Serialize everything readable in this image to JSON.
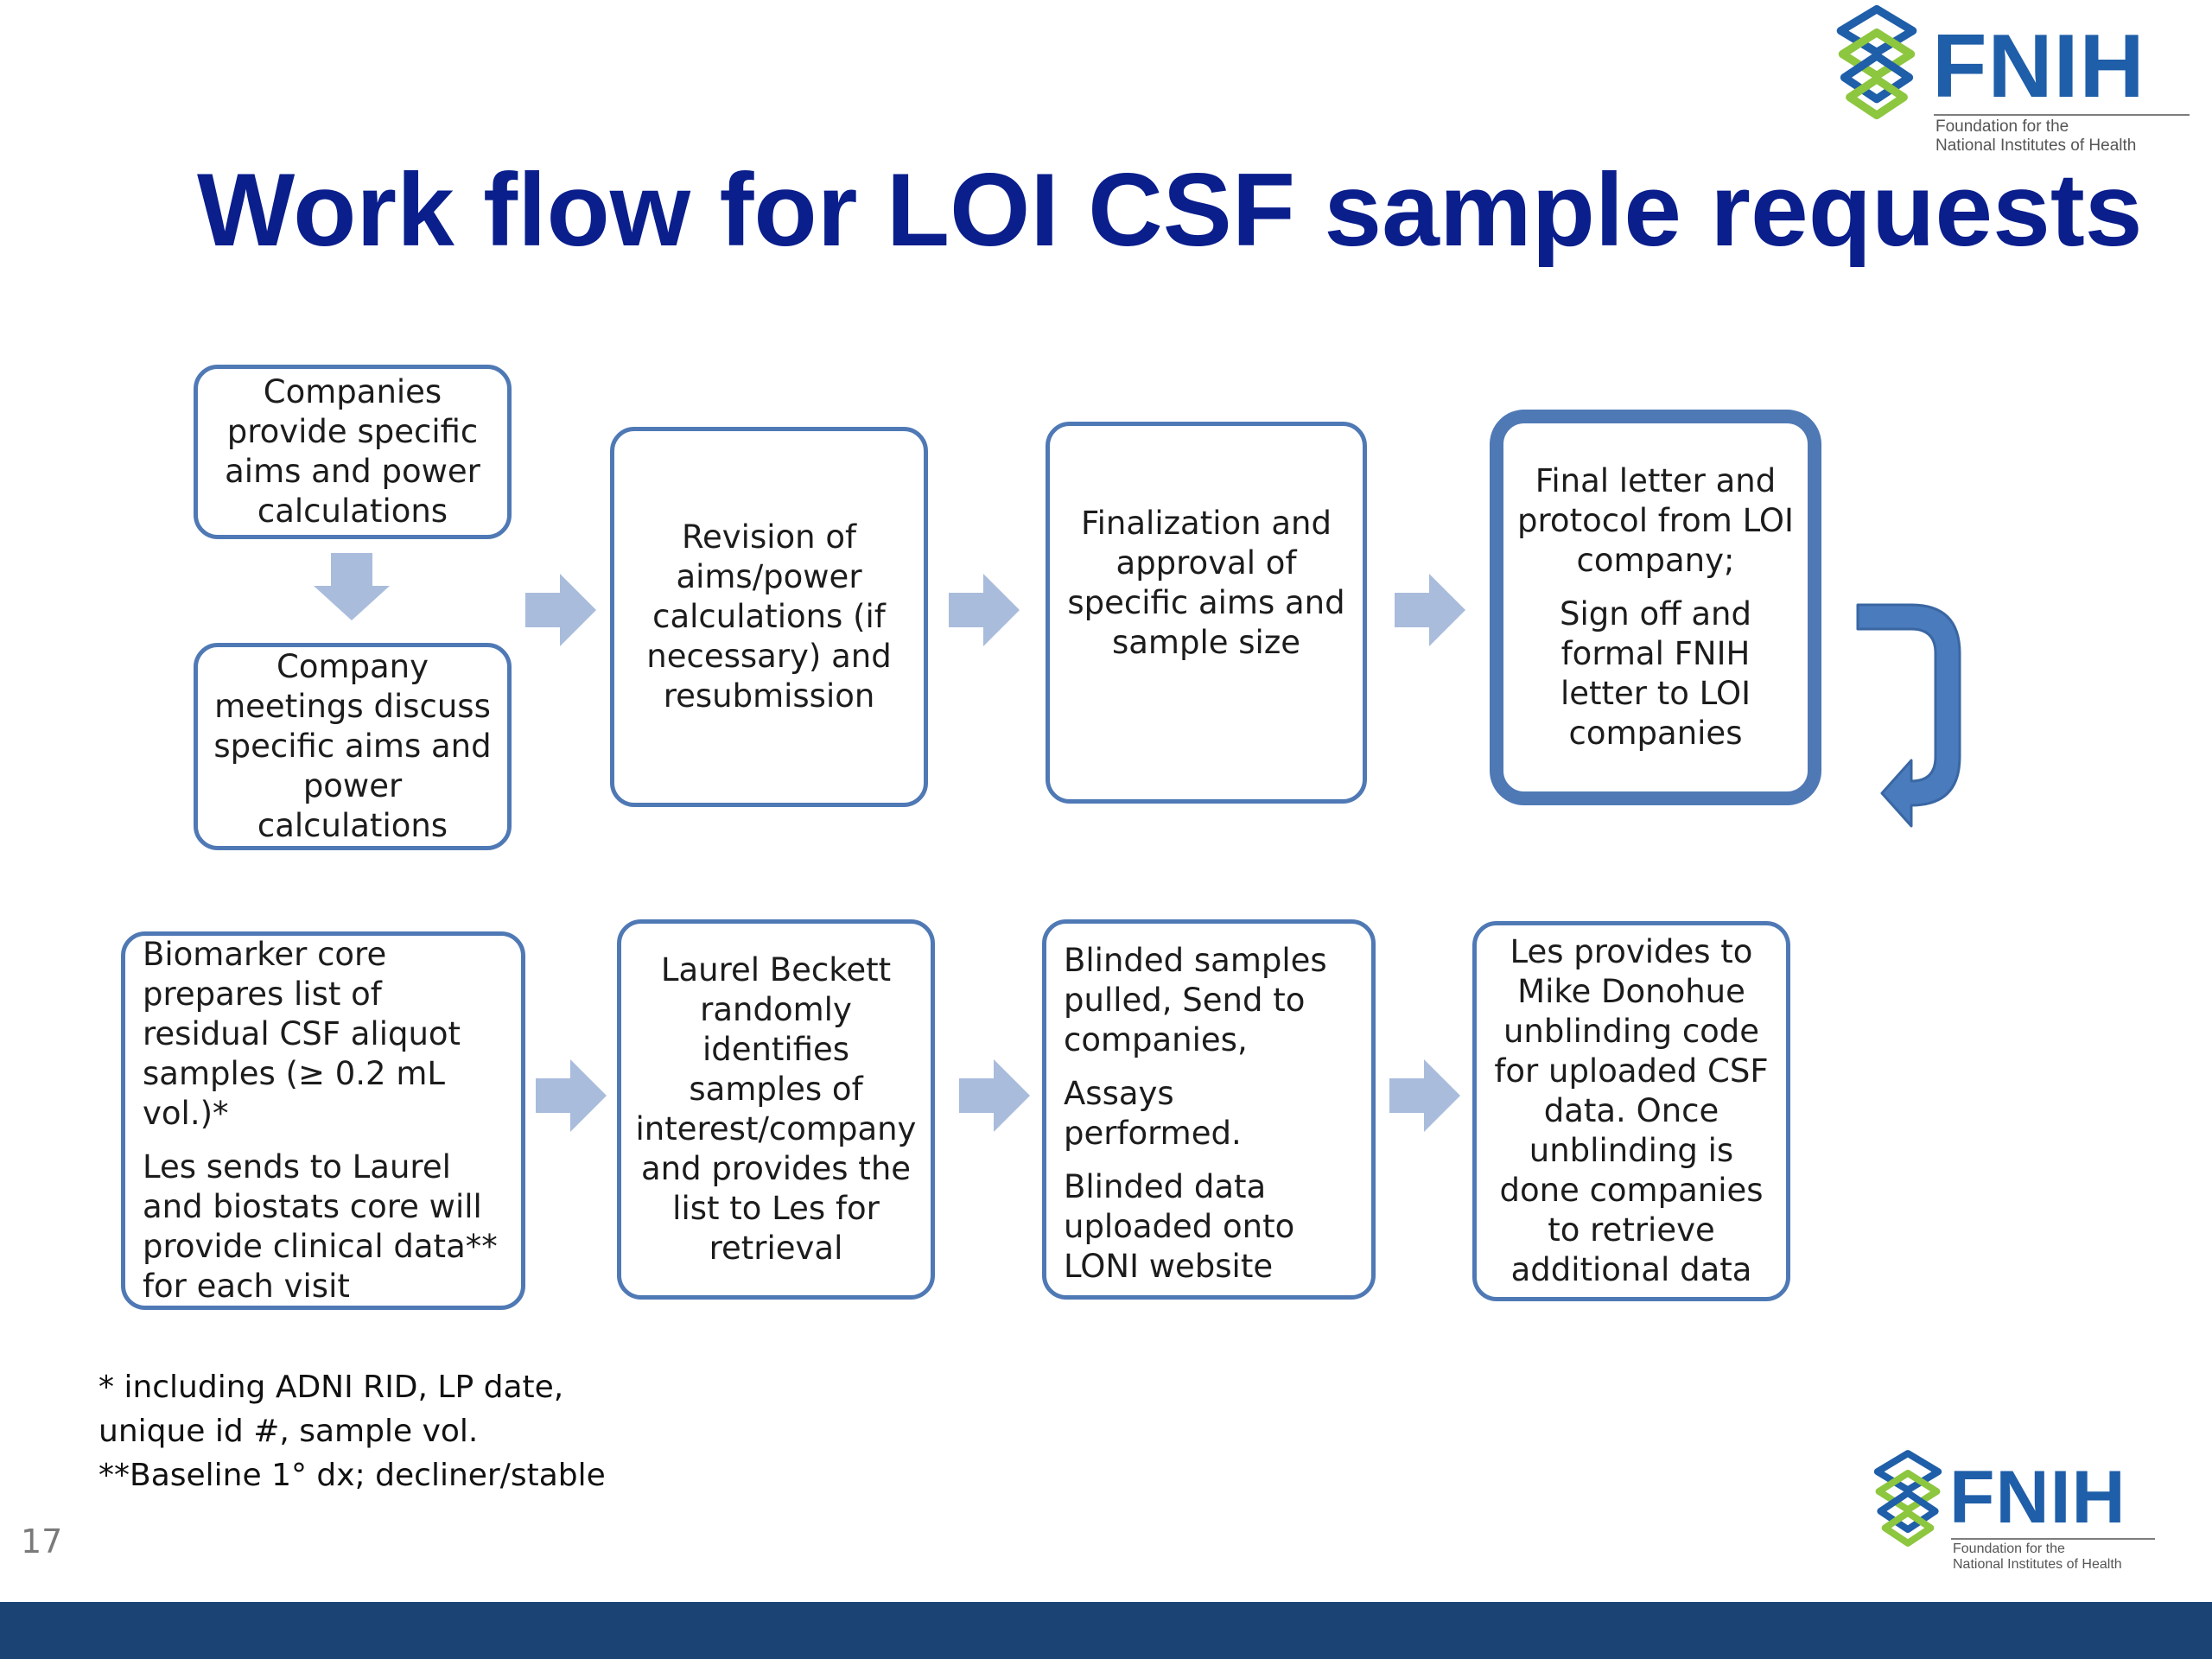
{
  "slide": {
    "title": "Work flow for LOI CSF sample requests",
    "page_number": "17"
  },
  "logo": {
    "wordmark": "FNIH",
    "subtitle_line1": "Foundation for the",
    "subtitle_line2": "National Institutes of Health"
  },
  "boxes": {
    "companies_aims": [
      "Companies provide specific aims and power calculations"
    ],
    "company_meetings": [
      "Company meetings discuss specific aims and power calculations"
    ],
    "revision": [
      "Revision of aims/power calculations (if necessary) and resubmission"
    ],
    "finalization": [
      "Finalization and approval of specific aims and sample size"
    ],
    "final_letter": [
      "Final letter and protocol from LOI company;",
      "Sign off and formal FNIH letter to LOI companies"
    ],
    "biomarker_core": [
      "Biomarker core prepares list of residual CSF aliquot samples (≥ 0.2 mL vol.)*",
      "Les sends to Laurel and biostats core will provide clinical data** for each visit"
    ],
    "laurel_beckett": [
      "Laurel Beckett randomly identifies samples of interest/company and provides the list to Les for retrieval"
    ],
    "blinded_samples": [
      "Blinded samples pulled, Send to companies,",
      "Assays performed.",
      "Blinded data uploaded onto LONI website"
    ],
    "les_provides": [
      "Les provides to Mike Donohue unblinding code for uploaded CSF data. Once unblinding is done companies to retrieve additional data"
    ]
  },
  "footnotes": [
    "* including ADNI RID, LP date,",
    "unique id #, sample vol.",
    "**Baseline 1° dx; decliner/stable"
  ],
  "colors": {
    "title": "#0a1e8c",
    "box_border": "#4f79b5",
    "arrow_fill": "#a9bcdc",
    "return_arrow": "#4a7bbd",
    "logo_blue": "#1f5ea8",
    "logo_green": "#8dc63f",
    "footer_bar": "#1b4475"
  }
}
